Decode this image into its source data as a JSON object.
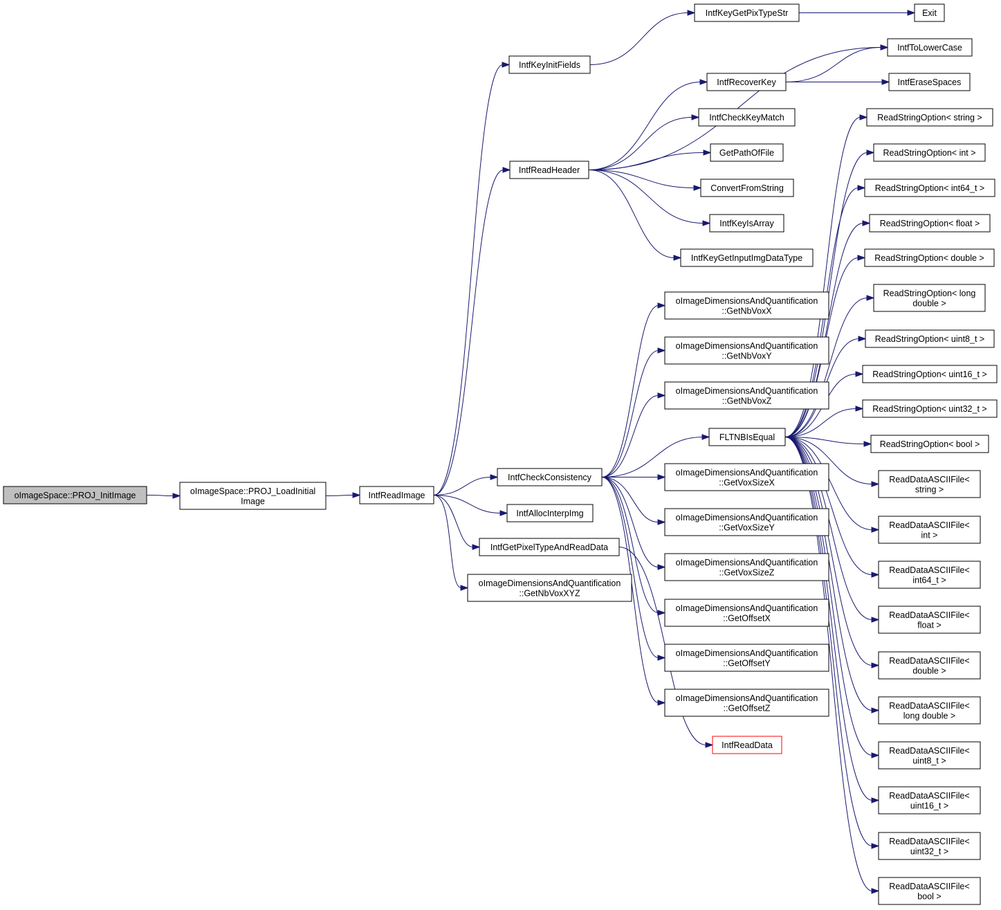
{
  "colors": {
    "edge": "#191970",
    "root_fill": "#bfbfbf",
    "truncated_border": "#ff0000"
  },
  "nodes": [
    {
      "id": "root",
      "lines": [
        "oImageSpace::PROJ_InitImage"
      ],
      "kind": "root"
    },
    {
      "id": "load",
      "lines": [
        "oImageSpace::PROJ_LoadInitial",
        "Image"
      ]
    },
    {
      "id": "readimg",
      "lines": [
        "IntfReadImage"
      ]
    },
    {
      "id": "keyinit",
      "lines": [
        "IntfKeyInitFields"
      ]
    },
    {
      "id": "readhdr",
      "lines": [
        "IntfReadHeader"
      ]
    },
    {
      "id": "checkcons",
      "lines": [
        "IntfCheckConsistency"
      ]
    },
    {
      "id": "allocinterp",
      "lines": [
        "IntfAllocInterpImg"
      ]
    },
    {
      "id": "getpixtype",
      "lines": [
        "IntfGetPixelTypeAndReadData"
      ]
    },
    {
      "id": "nbvoxxyz",
      "lines": [
        "oImageDimensionsAndQuantification",
        "::GetNbVoxXYZ"
      ]
    },
    {
      "id": "keypixtype",
      "lines": [
        "IntfKeyGetPixTypeStr"
      ]
    },
    {
      "id": "exit",
      "lines": [
        "Exit"
      ]
    },
    {
      "id": "tolower",
      "lines": [
        "IntfToLowerCase"
      ]
    },
    {
      "id": "recoverkey",
      "lines": [
        "IntfRecoverKey"
      ]
    },
    {
      "id": "erasespaces",
      "lines": [
        "IntfEraseSpaces"
      ]
    },
    {
      "id": "checkkey",
      "lines": [
        "IntfCheckKeyMatch"
      ]
    },
    {
      "id": "pathfile",
      "lines": [
        "GetPathOfFile"
      ]
    },
    {
      "id": "convfromstr",
      "lines": [
        "ConvertFromString"
      ]
    },
    {
      "id": "keyisarray",
      "lines": [
        "IntfKeyIsArray"
      ]
    },
    {
      "id": "keyinputtype",
      "lines": [
        "IntfKeyGetInputImgDataType"
      ]
    },
    {
      "id": "nbvoxx",
      "lines": [
        "oImageDimensionsAndQuantification",
        "::GetNbVoxX"
      ]
    },
    {
      "id": "nbvoxy",
      "lines": [
        "oImageDimensionsAndQuantification",
        "::GetNbVoxY"
      ]
    },
    {
      "id": "nbvoxz",
      "lines": [
        "oImageDimensionsAndQuantification",
        "::GetNbVoxZ"
      ]
    },
    {
      "id": "fltnb",
      "lines": [
        "FLTNBIsEqual"
      ]
    },
    {
      "id": "voxsizex",
      "lines": [
        "oImageDimensionsAndQuantification",
        "::GetVoxSizeX"
      ]
    },
    {
      "id": "voxsizey",
      "lines": [
        "oImageDimensionsAndQuantification",
        "::GetVoxSizeY"
      ]
    },
    {
      "id": "voxsizez",
      "lines": [
        "oImageDimensionsAndQuantification",
        "::GetVoxSizeZ"
      ]
    },
    {
      "id": "offsetx",
      "lines": [
        "oImageDimensionsAndQuantification",
        "::GetOffsetX"
      ]
    },
    {
      "id": "offsety",
      "lines": [
        "oImageDimensionsAndQuantification",
        "::GetOffsetY"
      ]
    },
    {
      "id": "offsetz",
      "lines": [
        "oImageDimensionsAndQuantification",
        "::GetOffsetZ"
      ]
    },
    {
      "id": "readdata",
      "lines": [
        "IntfReadData"
      ],
      "kind": "truncated"
    },
    {
      "id": "rso_string",
      "lines": [
        "ReadStringOption< string >"
      ]
    },
    {
      "id": "rso_int",
      "lines": [
        "ReadStringOption< int >"
      ]
    },
    {
      "id": "rso_int64",
      "lines": [
        "ReadStringOption< int64_t >"
      ]
    },
    {
      "id": "rso_float",
      "lines": [
        "ReadStringOption< float >"
      ]
    },
    {
      "id": "rso_double",
      "lines": [
        "ReadStringOption< double >"
      ]
    },
    {
      "id": "rso_longdouble",
      "lines": [
        "ReadStringOption< long",
        "double >"
      ]
    },
    {
      "id": "rso_uint8",
      "lines": [
        "ReadStringOption< uint8_t >"
      ]
    },
    {
      "id": "rso_uint16",
      "lines": [
        "ReadStringOption< uint16_t >"
      ]
    },
    {
      "id": "rso_uint32",
      "lines": [
        "ReadStringOption< uint32_t >"
      ]
    },
    {
      "id": "rso_bool",
      "lines": [
        "ReadStringOption< bool >"
      ]
    },
    {
      "id": "rda_string",
      "lines": [
        "ReadDataASCIIFile<",
        "string >"
      ]
    },
    {
      "id": "rda_int",
      "lines": [
        "ReadDataASCIIFile<",
        "int >"
      ]
    },
    {
      "id": "rda_int64",
      "lines": [
        "ReadDataASCIIFile<",
        "int64_t >"
      ]
    },
    {
      "id": "rda_float",
      "lines": [
        "ReadDataASCIIFile<",
        "float >"
      ]
    },
    {
      "id": "rda_double",
      "lines": [
        "ReadDataASCIIFile<",
        "double >"
      ]
    },
    {
      "id": "rda_longdouble",
      "lines": [
        "ReadDataASCIIFile<",
        "long double >"
      ]
    },
    {
      "id": "rda_uint8",
      "lines": [
        "ReadDataASCIIFile<",
        "uint8_t >"
      ]
    },
    {
      "id": "rda_uint16",
      "lines": [
        "ReadDataASCIIFile<",
        "uint16_t >"
      ]
    },
    {
      "id": "rda_uint32",
      "lines": [
        "ReadDataASCIIFile<",
        "uint32_t >"
      ]
    },
    {
      "id": "rda_bool",
      "lines": [
        "ReadDataASCIIFile<",
        "bool >"
      ]
    }
  ],
  "edges": [
    [
      "root",
      "load"
    ],
    [
      "load",
      "readimg"
    ],
    [
      "readimg",
      "keyinit"
    ],
    [
      "readimg",
      "readhdr"
    ],
    [
      "readimg",
      "checkcons"
    ],
    [
      "readimg",
      "allocinterp"
    ],
    [
      "readimg",
      "getpixtype"
    ],
    [
      "readimg",
      "nbvoxxyz"
    ],
    [
      "keyinit",
      "keypixtype"
    ],
    [
      "keypixtype",
      "exit"
    ],
    [
      "readhdr",
      "tolower"
    ],
    [
      "readhdr",
      "recoverkey"
    ],
    [
      "readhdr",
      "checkkey"
    ],
    [
      "readhdr",
      "pathfile"
    ],
    [
      "readhdr",
      "convfromstr"
    ],
    [
      "readhdr",
      "keyisarray"
    ],
    [
      "readhdr",
      "keyinputtype"
    ],
    [
      "recoverkey",
      "tolower"
    ],
    [
      "recoverkey",
      "erasespaces"
    ],
    [
      "checkcons",
      "nbvoxx"
    ],
    [
      "checkcons",
      "nbvoxy"
    ],
    [
      "checkcons",
      "nbvoxz"
    ],
    [
      "checkcons",
      "fltnb"
    ],
    [
      "checkcons",
      "voxsizex"
    ],
    [
      "checkcons",
      "voxsizey"
    ],
    [
      "checkcons",
      "voxsizez"
    ],
    [
      "checkcons",
      "offsetx"
    ],
    [
      "checkcons",
      "offsety"
    ],
    [
      "checkcons",
      "offsetz"
    ],
    [
      "getpixtype",
      "readdata"
    ],
    [
      "fltnb",
      "rso_string"
    ],
    [
      "fltnb",
      "rso_int"
    ],
    [
      "fltnb",
      "rso_int64"
    ],
    [
      "fltnb",
      "rso_float"
    ],
    [
      "fltnb",
      "rso_double"
    ],
    [
      "fltnb",
      "rso_longdouble"
    ],
    [
      "fltnb",
      "rso_uint8"
    ],
    [
      "fltnb",
      "rso_uint16"
    ],
    [
      "fltnb",
      "rso_uint32"
    ],
    [
      "fltnb",
      "rso_bool"
    ],
    [
      "fltnb",
      "rda_string"
    ],
    [
      "fltnb",
      "rda_int"
    ],
    [
      "fltnb",
      "rda_int64"
    ],
    [
      "fltnb",
      "rda_float"
    ],
    [
      "fltnb",
      "rda_double"
    ],
    [
      "fltnb",
      "rda_longdouble"
    ],
    [
      "fltnb",
      "rda_uint8"
    ],
    [
      "fltnb",
      "rda_uint16"
    ],
    [
      "fltnb",
      "rda_uint32"
    ],
    [
      "fltnb",
      "rda_bool"
    ]
  ]
}
